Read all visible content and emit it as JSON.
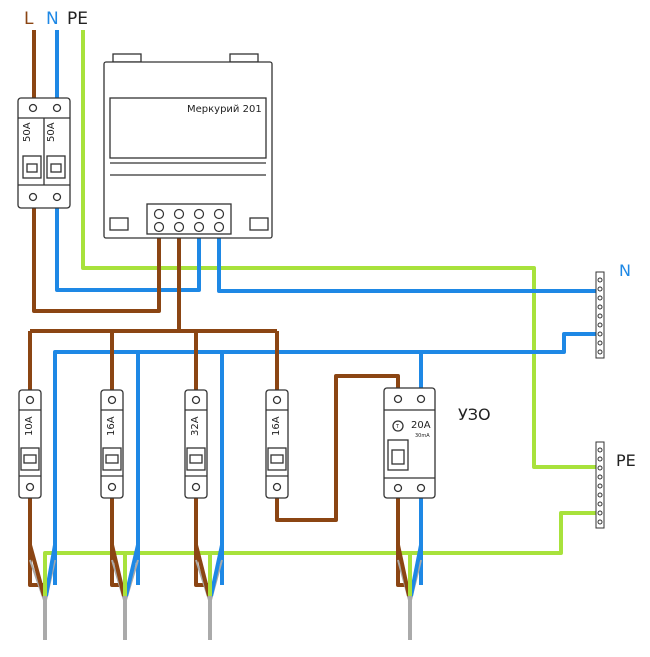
{
  "colors": {
    "phase": "#8B4513",
    "neutral": "#1E88E5",
    "earth": "#A8E23C",
    "phase_label": "#8B4513",
    "neutral_label": "#1E88E5",
    "outline": "#333333"
  },
  "labels": {
    "L": "L",
    "N": "N",
    "PE": "PE",
    "n_bus": "N",
    "pe_bus": "PE",
    "rcd": "УЗО"
  },
  "meter": {
    "model": "Меркурий 201"
  },
  "main_breaker": {
    "ratings": [
      "50A",
      "50A"
    ]
  },
  "group_breakers": [
    {
      "rating": "10A"
    },
    {
      "rating": "16A"
    },
    {
      "rating": "32A"
    },
    {
      "rating": "16A"
    }
  ],
  "rcd_device": {
    "rating": "20A",
    "sensitivity": "30mA",
    "test_symbol": "T"
  }
}
